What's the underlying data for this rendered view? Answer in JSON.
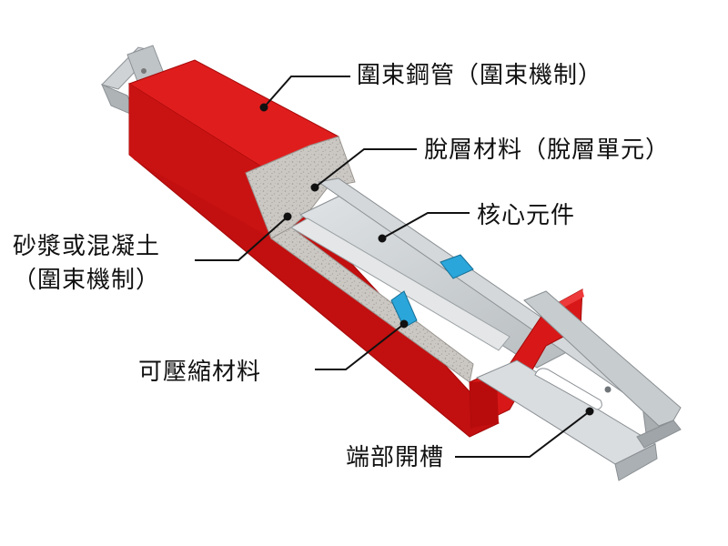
{
  "labels": {
    "confining_tube": "圍束鋼管（圍束機制）",
    "debonding_material": "脫層材料（脫層單元）",
    "core_element": "核心元件",
    "mortar_line1": "砂漿或混凝土",
    "mortar_line2": "（圍束機制）",
    "compressible_material": "可壓縮材料",
    "end_slot": "端部開槽"
  },
  "colors": {
    "steel_red_top": "#e21c1c",
    "steel_red_side": "#c90f0f",
    "steel_red_front": "#b80c0c",
    "mortar": "#c9c6c2",
    "core_plate": "#c4c9cc",
    "compressible": "#2aa5d8",
    "leader_line": "#111111"
  }
}
